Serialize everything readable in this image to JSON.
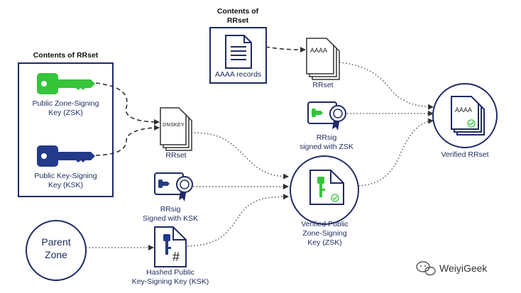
{
  "contents_left": {
    "title": "Contents of RRset"
  },
  "contents_top": {
    "title_line1": "Contents of",
    "title_line2": "RRset",
    "records_label": "AAAA records"
  },
  "zsk": {
    "line1": "Public Zone-Signing",
    "line2": "Key (ZSK)"
  },
  "ksk": {
    "line1": "Public Key-Signing",
    "line2": "Key (KSK)"
  },
  "dnskey_rrset": {
    "doc_text": "DNSKEY",
    "label": "RRset"
  },
  "aaaa_rrset": {
    "doc_text": "AAAA",
    "label": "RRset"
  },
  "rrsig_zsk": {
    "line1": "RRsig",
    "line2": "signed with ZSK"
  },
  "rrsig_ksk": {
    "line1": "RRsig",
    "line2": "Signed with KSK"
  },
  "verified_zsk": {
    "line1": "Verified Public",
    "line2": "Zone-Signing",
    "line3": "Key (ZSK)"
  },
  "verified_rrset": {
    "doc_text": "AAAA",
    "label": "Verified RRset"
  },
  "parent_zone": {
    "line1": "Parent",
    "line2": "Zone"
  },
  "hashed_ksk": {
    "line1": "Hashed Public",
    "line2": "Key-Signing Key (KSK)"
  },
  "watermark": {
    "text": "WeiyiGeek"
  },
  "colors": {
    "navy": "#1f2a66",
    "green": "#35c43a",
    "ksk_blue": "#233a8a",
    "arrow": "#444444"
  }
}
